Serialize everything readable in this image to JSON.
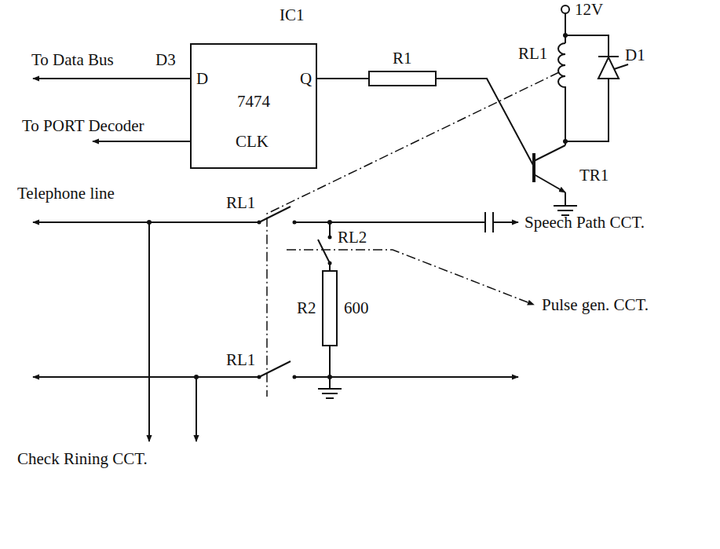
{
  "diagram": {
    "nodes": [
      {
        "text": [
          "IC1",
          "7474"
        ]
      }
    ],
    "labels": [
      "To Data Bus",
      "D3",
      "D",
      "Q",
      "To PORT Decoder",
      "CLK",
      "12V",
      "RL1",
      "D1",
      "R1",
      "TR1",
      "Telephone line",
      "RL1",
      "RL2",
      "Speech Path CCT.",
      "R2",
      "600",
      "Pulse gen. CCT.",
      "RL1",
      "Check Rining CCT."
    ]
  }
}
